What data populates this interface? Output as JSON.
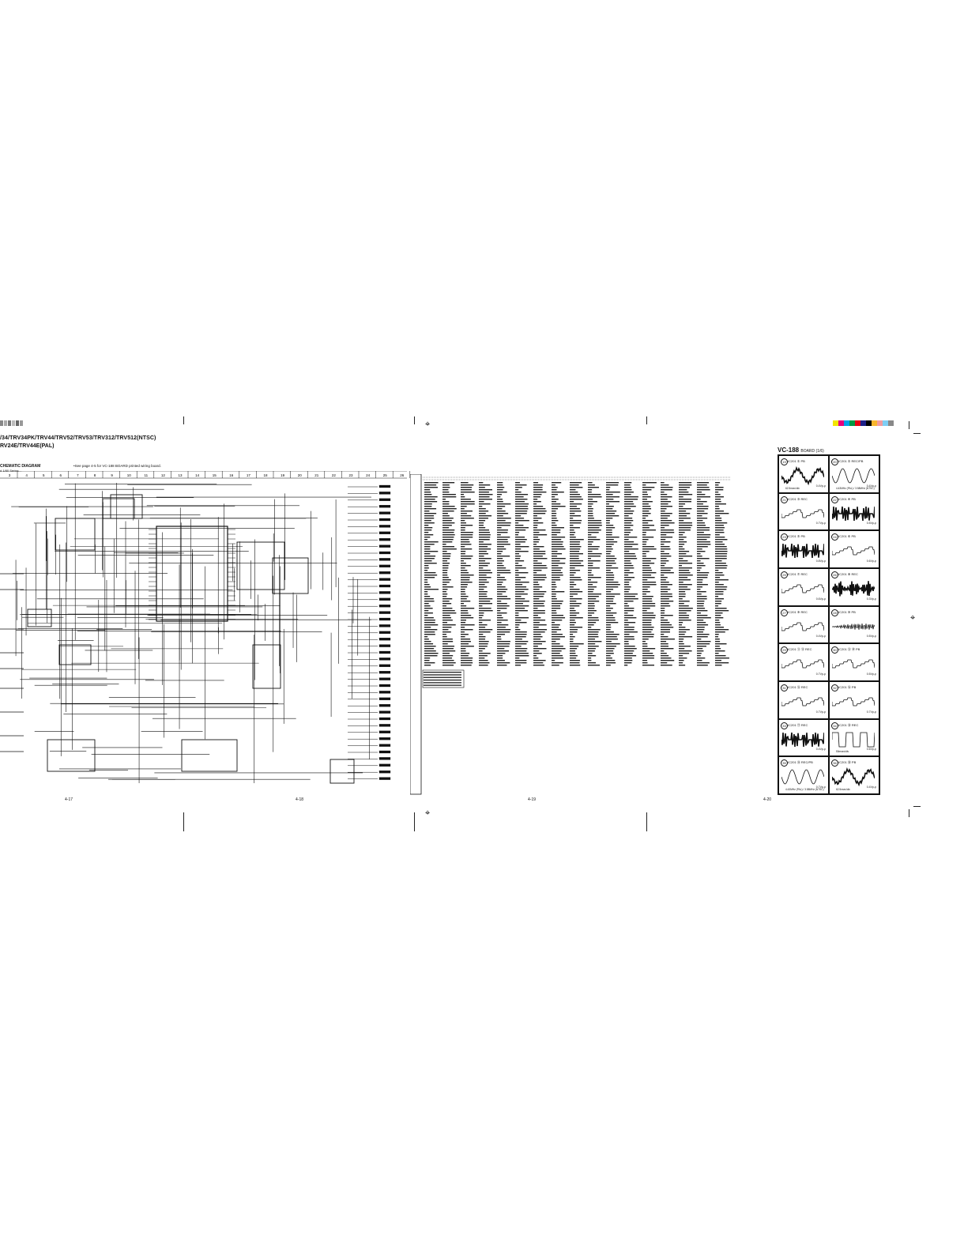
{
  "header": {
    "title_line1": "/34/TRV34PK/TRV44/TRV52/TRV53/TRV312/TRV512(NTSC)",
    "title_line2": "RV24E/TRV44E(PAL)"
  },
  "schematic": {
    "label": "CHEMATIC DIAGRAM",
    "sub": "d 1/80 Series---",
    "note": "•See page 4-5 for VC-188 BOARD printed wiring board.",
    "grid_numbers": [
      "3",
      "4",
      "5",
      "6",
      "7",
      "8",
      "9",
      "10",
      "11",
      "12",
      "13",
      "14",
      "15",
      "16",
      "17",
      "18",
      "19",
      "20",
      "21",
      "22",
      "23",
      "24",
      "25",
      "26"
    ]
  },
  "page_numbers": [
    "4-17",
    "4-18",
    "4-19",
    "4-20"
  ],
  "waveforms": {
    "title": "VC-188",
    "title_suffix": "BOARD (1/6)",
    "cells": [
      {
        "num": "19",
        "ref": "IC201 ① PB",
        "volt": "0.4Vp-p",
        "time": "62.5nsec/div"
      },
      {
        "num": "20",
        "ref": "IC201 ② REC/PB",
        "volt": "0.4Vp-p",
        "time": "4.43MHz (PAL) / 3.58MHz (NTSC)"
      },
      {
        "num": "21",
        "ref": "IC201 ③ REC",
        "volt": "0.7Vp-p",
        "time": ""
      },
      {
        "num": "22",
        "ref": "IC201 ④ PB",
        "volt": "0.5Vp-p",
        "time": ""
      },
      {
        "num": "23",
        "ref": "IC201 ⑤ PB",
        "volt": "0.8Vp-p",
        "time": ""
      },
      {
        "num": "24",
        "ref": "IC201 ⑥ PB",
        "volt": "0.6Vp-p",
        "time": ""
      },
      {
        "num": "25",
        "ref": "IC201 ⑦ REC",
        "volt": "0.6Vp-p",
        "time": ""
      },
      {
        "num": "26",
        "ref": "IC201 ⑧ REC",
        "volt": "0.3Vp-p",
        "time": ""
      },
      {
        "num": "27",
        "ref": "IC201 ⑨ REC",
        "volt": "0.4Vp-p",
        "time": ""
      },
      {
        "num": "28",
        "ref": "IC201 ⑩ PB",
        "volt": "0.5Vp-p",
        "time": ""
      },
      {
        "num": "29",
        "ref": "IC201 ⑪ ⑫ REC",
        "volt": "0.7Vp-p",
        "time": ""
      },
      {
        "num": "30",
        "ref": "IC201 ⑬ ⑭ PB",
        "volt": "0.5Vp-p",
        "time": ""
      },
      {
        "num": "31",
        "ref": "IC201 ⑮ REC",
        "volt": "0.7Vp-p",
        "time": ""
      },
      {
        "num": "32",
        "ref": "IC201 ⑯ PB",
        "volt": "0.7Vp-p",
        "time": ""
      },
      {
        "num": "33",
        "ref": "IC201 ⑰ REC",
        "volt": "0.4Vp-p",
        "time": ""
      },
      {
        "num": "34",
        "ref": "IC201 ⑱ REC",
        "volt": "0.6Vp-p",
        "time": "50msec/div"
      },
      {
        "num": "35",
        "ref": "IC201 ⑲ REC/PB",
        "volt": "0.7Vp-p",
        "time": "4.43MHz (PAL) / 3.58MHz (NTSC)"
      },
      {
        "num": "36",
        "ref": "IC201 ⑳ PB",
        "volt": "0.4Vp-p",
        "time": "62.5nsec/div"
      }
    ]
  },
  "colors": {
    "ink": "#111111",
    "bar": [
      "#f2e600",
      "#e6007e",
      "#00a0e9",
      "#009944",
      "#e60012",
      "#1d2088",
      "#000000",
      "#f8b62d",
      "#f29c9f",
      "#7ecef4",
      "#888888"
    ]
  }
}
